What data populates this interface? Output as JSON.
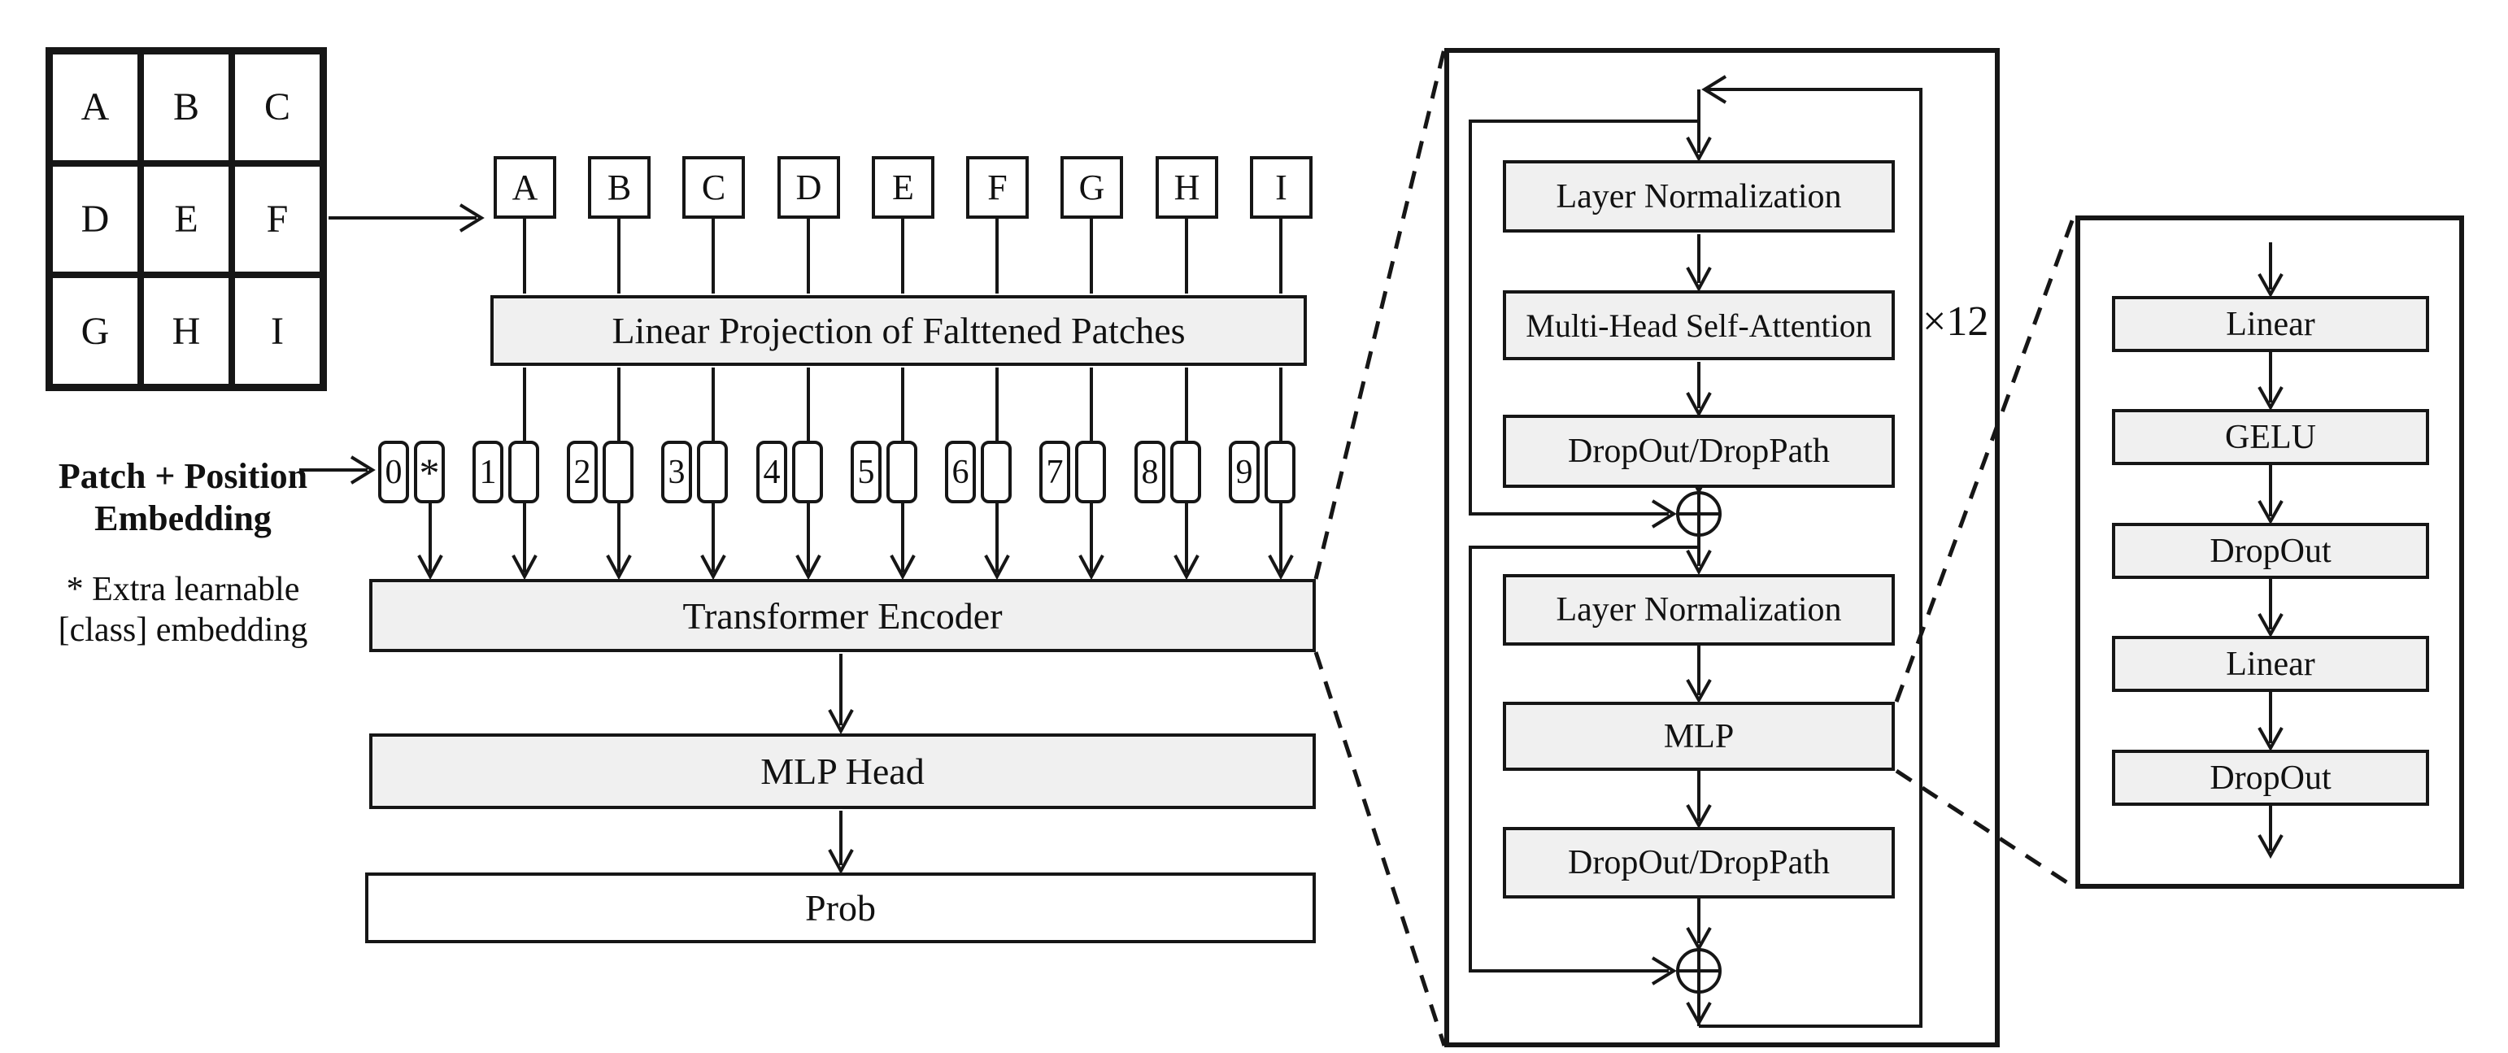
{
  "diagram": {
    "title": "Vision Transformer architecture diagram",
    "grid": {
      "cells": [
        "A",
        "B",
        "C",
        "D",
        "E",
        "F",
        "G",
        "H",
        "I"
      ]
    },
    "patches": [
      "A",
      "B",
      "C",
      "D",
      "E",
      "F",
      "G",
      "H",
      "I"
    ],
    "linear_projection_label": "Linear Projection of Falttened Patches",
    "tokens": [
      {
        "label": "0",
        "mark": "*"
      },
      {
        "label": "1",
        "mark": ""
      },
      {
        "label": "2",
        "mark": ""
      },
      {
        "label": "3",
        "mark": ""
      },
      {
        "label": "4",
        "mark": ""
      },
      {
        "label": "5",
        "mark": ""
      },
      {
        "label": "6",
        "mark": ""
      },
      {
        "label": "7",
        "mark": ""
      },
      {
        "label": "8",
        "mark": ""
      },
      {
        "label": "9",
        "mark": ""
      }
    ],
    "left_labels": {
      "patch_position_line1": "Patch + Position",
      "patch_position_line2": "Embedding",
      "class_note_line1": "* Extra learnable",
      "class_note_line2": "[class] embedding"
    },
    "pipeline": {
      "transformer_encoder": "Transformer Encoder",
      "mlp_head": "MLP Head",
      "prob": "Prob"
    },
    "encoder_detail": {
      "boxes": [
        "Layer Normalization",
        "Multi-Head Self-Attention",
        "DropOut/DropPath",
        "Layer Normalization",
        "MLP",
        "DropOut/DropPath"
      ],
      "multiplier": "×12"
    },
    "mlp_detail": {
      "boxes": [
        "Linear",
        "GELU",
        "DropOut",
        "Linear",
        "DropOut"
      ]
    },
    "colors": {
      "box_fill": "#f0f0f0",
      "stroke": "#161616",
      "background": "#ffffff"
    }
  }
}
